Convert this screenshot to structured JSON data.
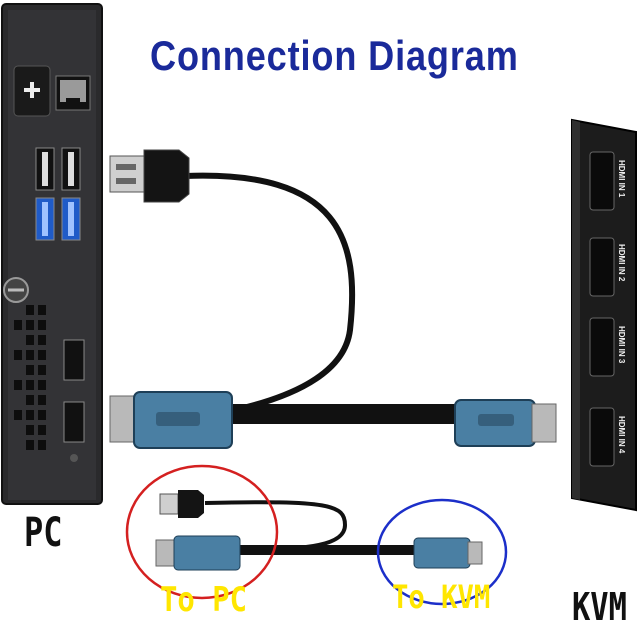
{
  "title": "Connection Diagram",
  "labels": {
    "pc": "PC",
    "kvm": "KVM",
    "to_pc": "To PC",
    "to_kvm": "To KVM"
  },
  "kvm_ports": [
    "HDMI IN 1",
    "HDMI IN 2",
    "HDMI IN 3",
    "HDMI IN 4"
  ],
  "colors": {
    "title": "#1a2a9a",
    "connector_blue": "#4a7fa3",
    "callout_red": "#d42020",
    "callout_blue": "#1c2fc9",
    "callout_text": "#ffe600"
  }
}
